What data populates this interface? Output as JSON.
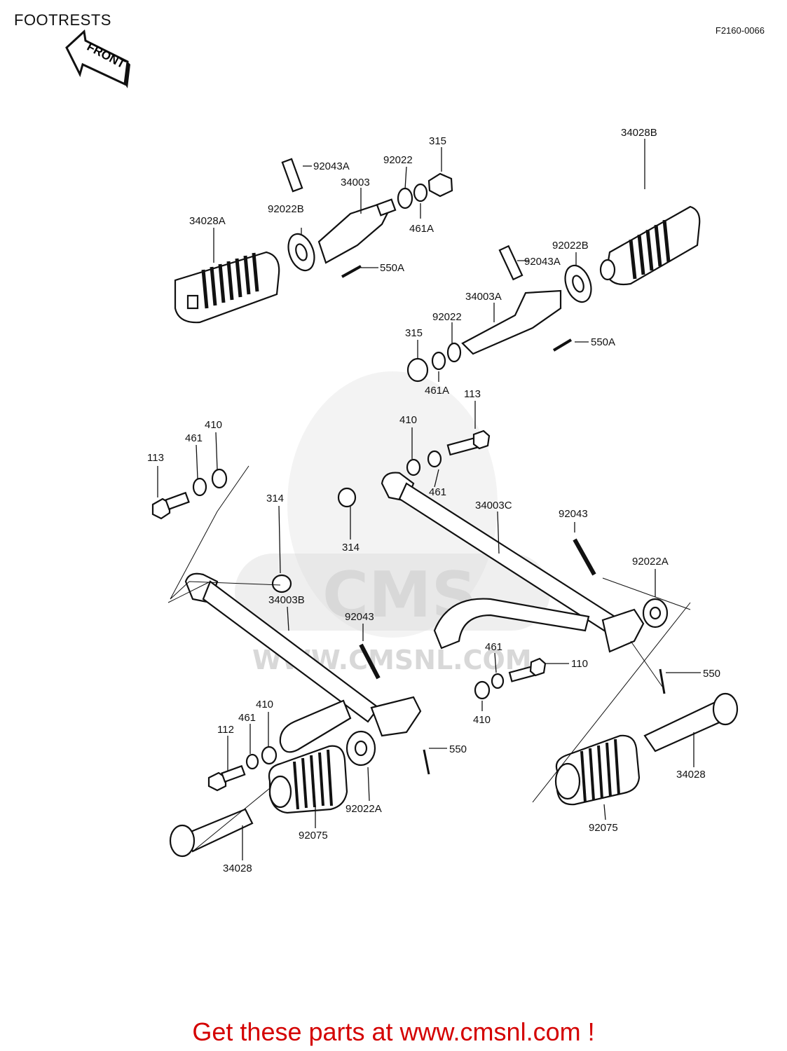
{
  "header": {
    "title": "FOOTRESTS",
    "diagram_code": "F2160-0066",
    "front_arrow_label": "FRONT"
  },
  "watermark": {
    "logo_text": "CMS",
    "url_text": "WWW.CMSNL.COM"
  },
  "parts": {
    "p92043A_top": "92043A",
    "p92022_top": "92022",
    "p315_top": "315",
    "p34003": "34003",
    "p92022B_left": "92022B",
    "p461A_top": "461A",
    "p34028A": "34028A",
    "p550A_left": "550A",
    "p34028B": "34028B",
    "p92022B_right": "92022B",
    "p92043A_right": "92043A",
    "p34003A": "34003A",
    "p92022_right": "92022",
    "p315_right": "315",
    "p550A_right": "550A",
    "p461A_right": "461A",
    "p113_right": "113",
    "p410_left": "410",
    "p461_left": "461",
    "p113_left": "113",
    "p410_right": "410",
    "p461_right": "461",
    "p314_left": "314",
    "p314_right": "314",
    "p34003C": "34003C",
    "p92043_right": "92043",
    "p92022A_right": "92022A",
    "p34003B": "34003B",
    "p92043_left": "92043",
    "p461_brake": "461",
    "p110": "110",
    "p550_right": "550",
    "p410_brake": "410",
    "p410_low": "410",
    "p461_low": "461",
    "p112": "112",
    "p550_left": "550",
    "p92022A_left": "92022A",
    "p92075_left": "92075",
    "p34028_left": "34028",
    "p34028_right": "34028",
    "p92075_right": "92075"
  },
  "footer": {
    "text": "Get these parts at www.cmsnl.com !"
  }
}
